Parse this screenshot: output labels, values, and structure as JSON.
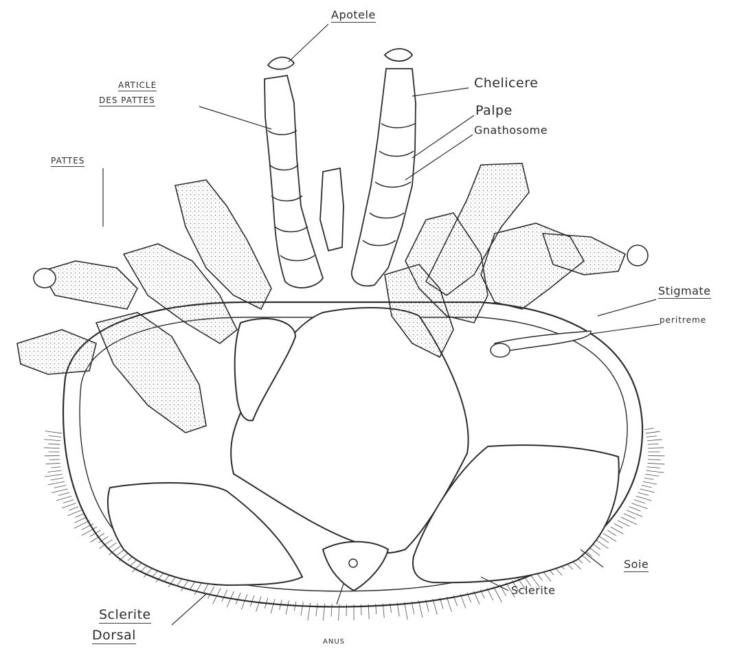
{
  "labels": {
    "apotele": "Apotele",
    "article_line1": "ARTICLE",
    "article_line2": "DES PATTES",
    "chelicere": "Chelicere",
    "palpe": "Palpe",
    "gnathosome": "Gnathosome",
    "pattes": "PATTES",
    "stigmate": "Stigmate",
    "peritreme": "peritreme",
    "soie": "Soie",
    "sclerite": "Sclerite",
    "sclerite_dorsal_line1": "Sclerite",
    "sclerite_dorsal_line2": "Dorsal",
    "anus": "ANUS"
  },
  "colors": {
    "ink": "#2b2b2b",
    "stipple": "#6a6a6a",
    "background": "#ffffff"
  }
}
